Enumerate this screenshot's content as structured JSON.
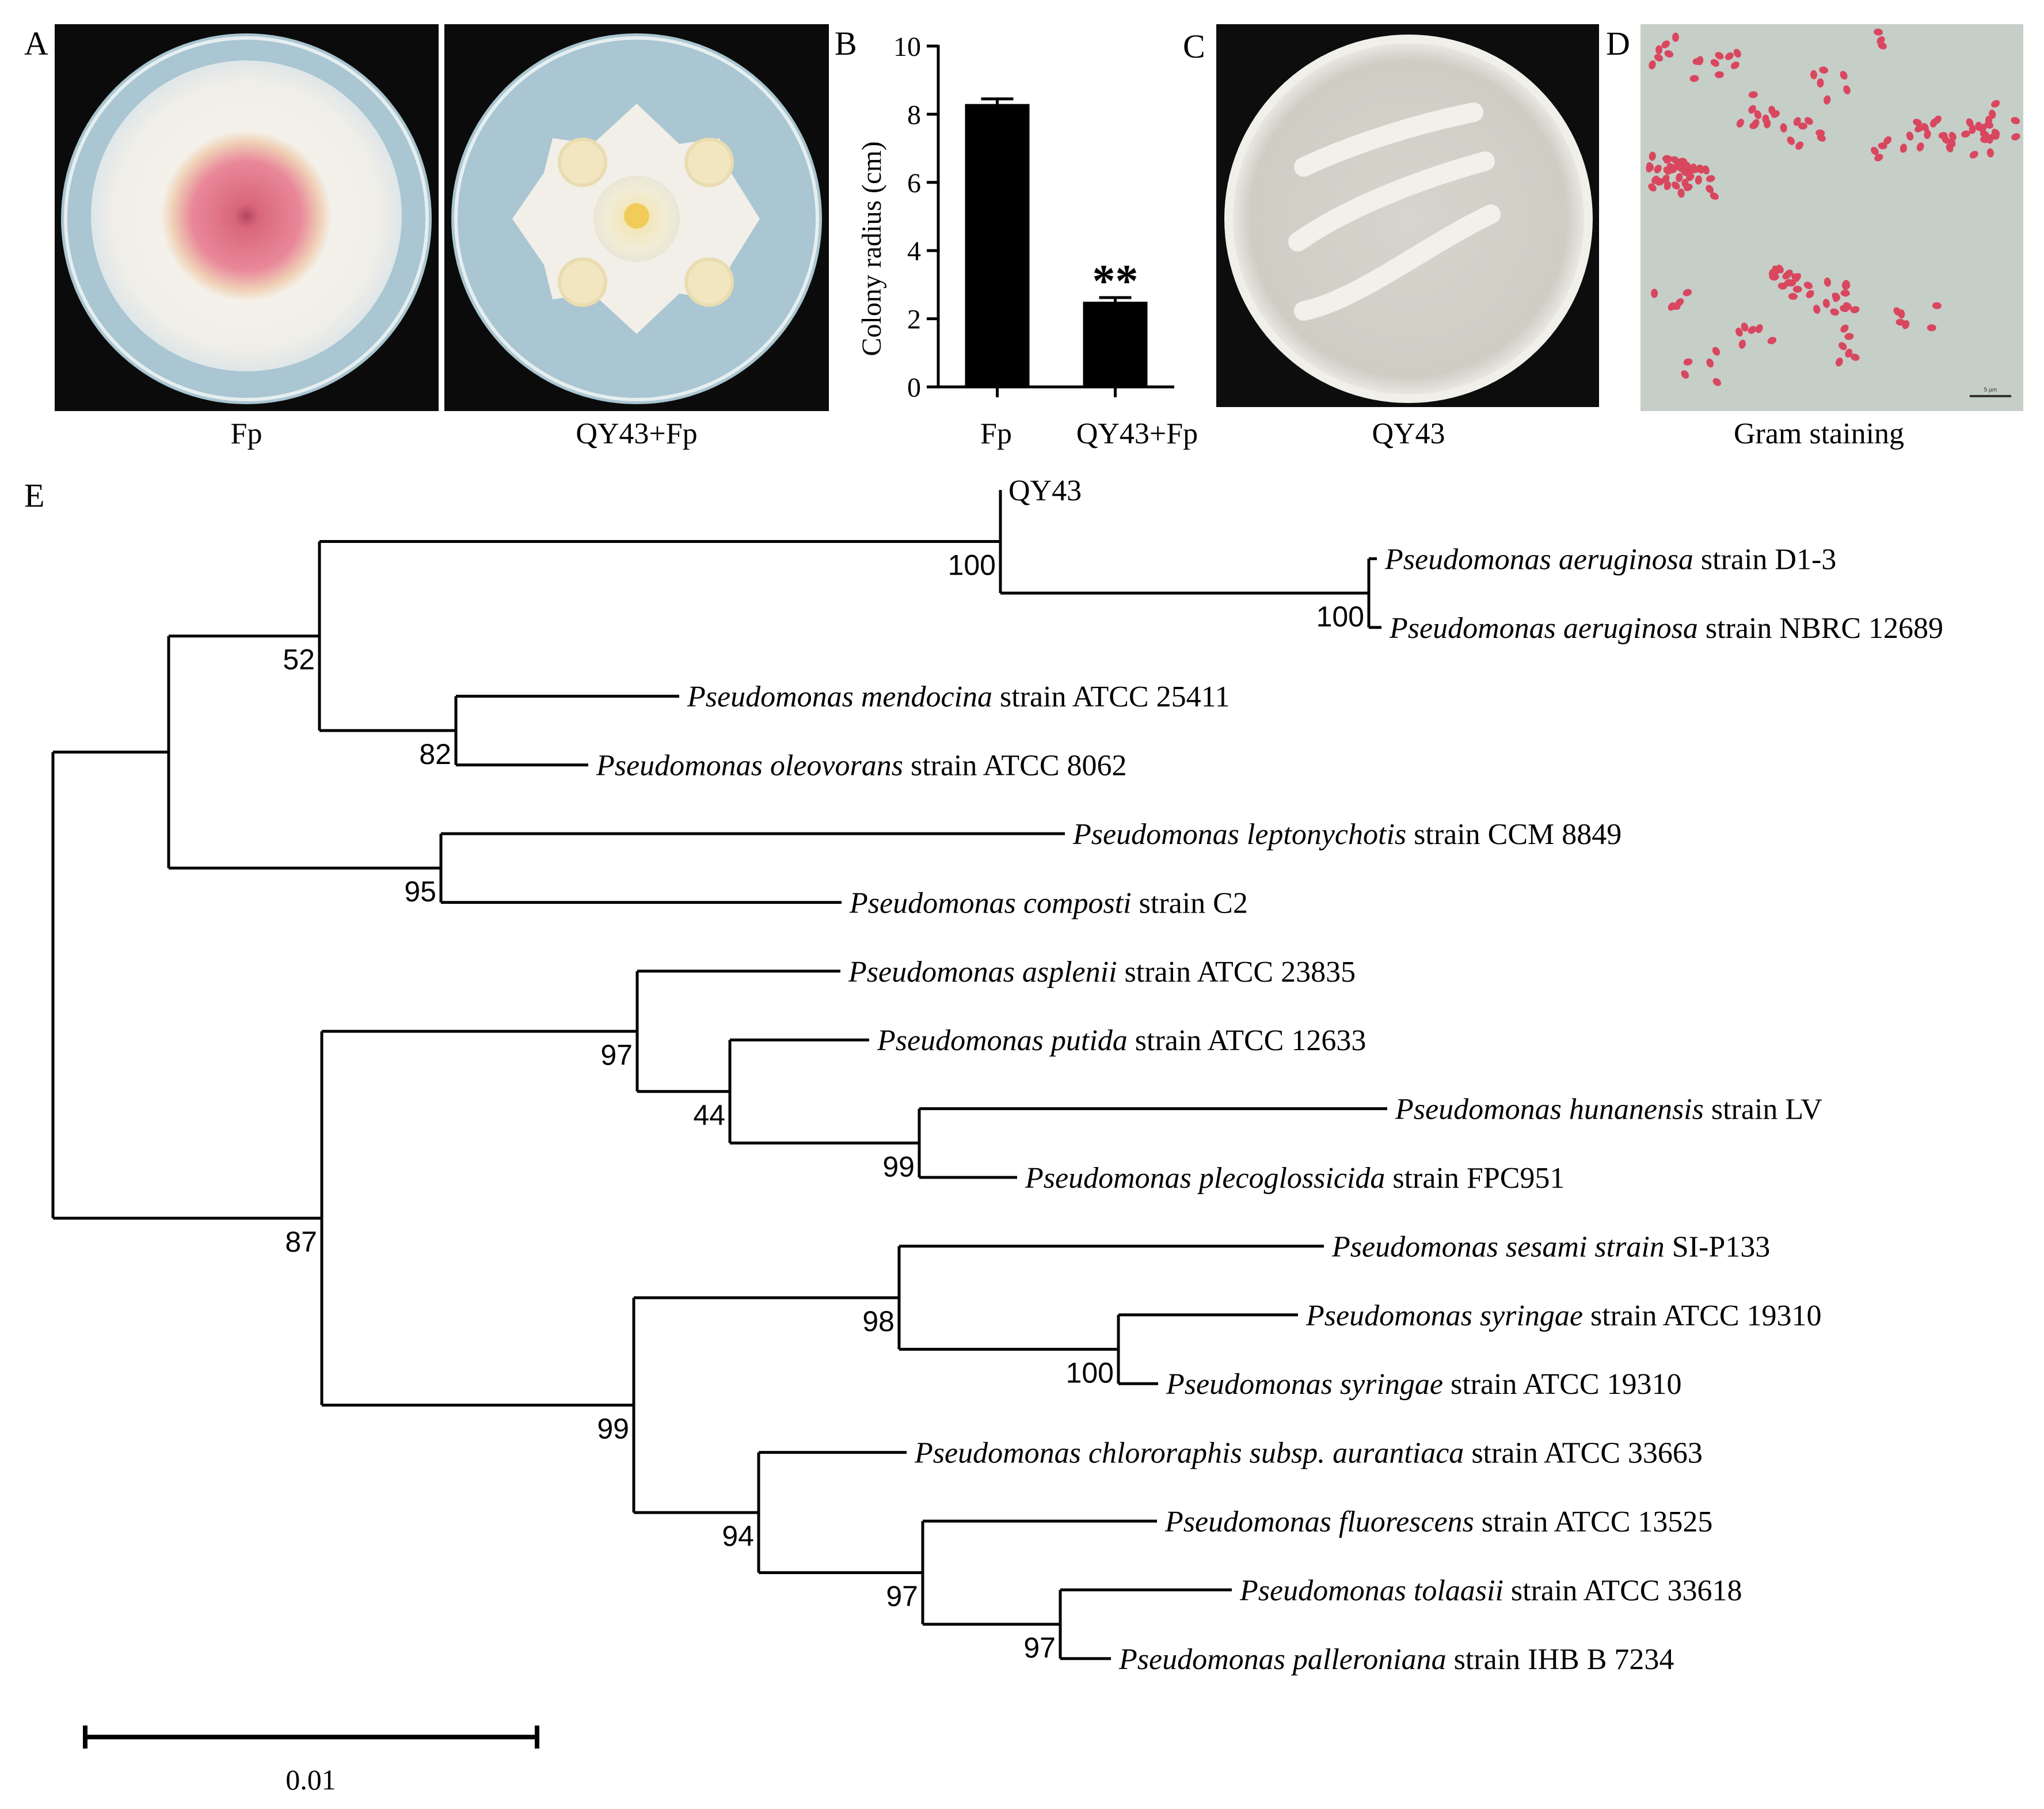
{
  "panels": {
    "a": {
      "letter": "A",
      "labels": [
        "Fp",
        "QY43+Fp"
      ],
      "colors": {
        "background": "#0b0b0b",
        "agar": "#a9c6d2",
        "mycelium": "#f2efe8",
        "pink": "#e77f8f",
        "cream": "#f1e6bf"
      }
    },
    "b": {
      "letter": "B",
      "significance": "**"
    },
    "c": {
      "letter": "C",
      "label": "QY43",
      "colors": {
        "agar": "#dcdad2",
        "streak": "#f2f0ea"
      }
    },
    "d": {
      "letter": "D",
      "label": "Gram staining",
      "scalebar_text": "5 µm",
      "colors": {
        "background": "#c6cec8",
        "cells": "#d9475f"
      }
    },
    "e": {
      "letter": "E",
      "scale_label": "0.01"
    }
  },
  "chart_data": [
    {
      "type": "bar",
      "categories": [
        "Fp",
        "QY43+Fp"
      ],
      "values": [
        8.3,
        2.5
      ],
      "errors": [
        0.15,
        0.12
      ],
      "title": "",
      "xlabel": "",
      "ylabel": "Colony radius  (cm)",
      "ylim": [
        0,
        10
      ],
      "yticks": [
        0,
        2,
        4,
        6,
        8,
        10
      ],
      "bar_color": "#000000"
    },
    {
      "type": "phylogenetic_tree",
      "scale_bar": 0.01,
      "leaves": [
        {
          "genus": "",
          "species": "",
          "strain_word": "",
          "strain": "QY43"
        },
        {
          "genus": "Pseudomonas",
          "species": "aeruginosa",
          "strain_word": "strain",
          "strain": "D1-3"
        },
        {
          "genus": "Pseudomonas",
          "species": "aeruginosa",
          "strain_word": "strain",
          "strain": "NBRC 12689"
        },
        {
          "genus": "Pseudomonas",
          "species": "mendocina",
          "strain_word": "strain",
          "strain": "ATCC 25411"
        },
        {
          "genus": "Pseudomonas",
          "species": "oleovorans",
          "strain_word": "strain",
          "strain": "ATCC 8062"
        },
        {
          "genus": "Pseudomonas",
          "species": "leptonychotis",
          "strain_word": "strain",
          "strain": "CCM 8849"
        },
        {
          "genus": "Pseudomonas",
          "species": "composti",
          "strain_word": "strain",
          "strain": "C2"
        },
        {
          "genus": "Pseudomonas",
          "species": "asplenii",
          "strain_word": "strain",
          "strain": "ATCC 23835"
        },
        {
          "genus": "Pseudomonas",
          "species": "putida",
          "strain_word": "strain",
          "strain": "ATCC 12633"
        },
        {
          "genus": "Pseudomonas",
          "species": "hunanensis",
          "strain_word": "strain",
          "strain": "LV"
        },
        {
          "genus": "Pseudomonas",
          "species": "plecoglossicida",
          "strain_word": "strain",
          "strain": "FPC951"
        },
        {
          "genus": "Pseudomonas",
          "species": "sesami strain",
          "strain_word": "",
          "strain": "SI-P133"
        },
        {
          "genus": "Pseudomonas",
          "species": "syringae",
          "strain_word": "strain",
          "strain": "ATCC 19310"
        },
        {
          "genus": "Pseudomonas",
          "species": "syringae",
          "strain_word": "strain",
          "strain": "ATCC 19310"
        },
        {
          "genus": "Pseudomonas",
          "species": "chlororaphis subsp. aurantiaca",
          "strain_word": "strain",
          "strain": "ATCC 33663"
        },
        {
          "genus": "Pseudomonas",
          "species": "fluorescens",
          "strain_word": "strain",
          "strain": "ATCC 13525"
        },
        {
          "genus": "Pseudomonas",
          "species": "tolaasii",
          "strain_word": "strain",
          "strain": "ATCC 33618"
        },
        {
          "genus": "Pseudomonas",
          "species": "palleroniana",
          "strain_word": "strain",
          "strain": "IHB B 7234"
        }
      ],
      "bootstrap_values": [
        "100",
        "100",
        "52",
        "82",
        "95",
        "97",
        "44",
        "99",
        "87",
        "98",
        "100",
        "99",
        "94",
        "97",
        "97"
      ]
    }
  ]
}
